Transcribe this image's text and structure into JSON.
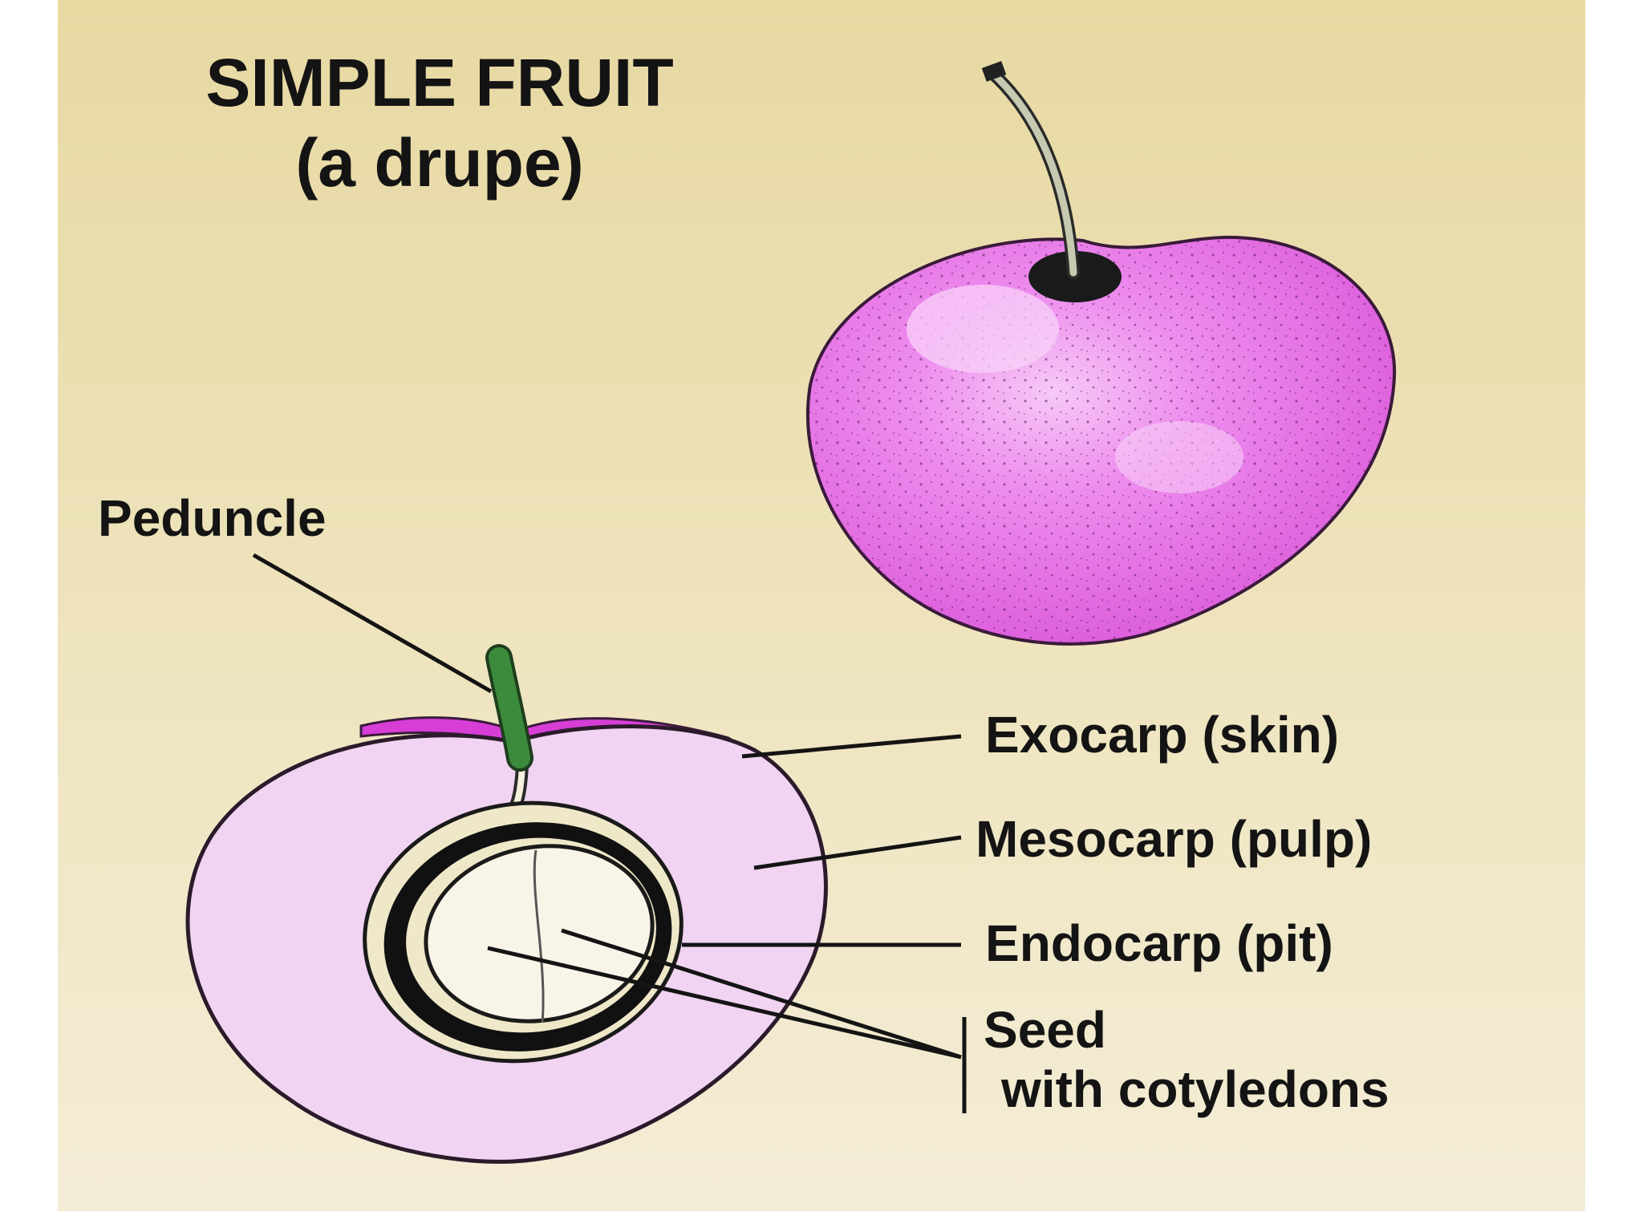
{
  "title": {
    "line1": "SIMPLE FRUIT",
    "line2": "(a drupe)"
  },
  "labels": {
    "peduncle": "Peduncle",
    "exocarp": "Exocarp (skin)",
    "mesocarp": "Mesocarp (pulp)",
    "endocarp": "Endocarp (pit)",
    "seed_line1": "Seed",
    "seed_line2": "with cotyledons"
  },
  "colors": {
    "background_top": "#e9dca8",
    "background_bottom": "#f4ecd3",
    "fruit_skin": "#e86ee8",
    "fruit_highlight": "#f5c4f5",
    "pulp": "#f1d6f1",
    "exocarp": "#d83fd8",
    "stem_whole": "#c7c9b0",
    "stem_cut": "#3c8a3c",
    "pit": "#0f0f0f",
    "seed": "#f7f3e8"
  }
}
